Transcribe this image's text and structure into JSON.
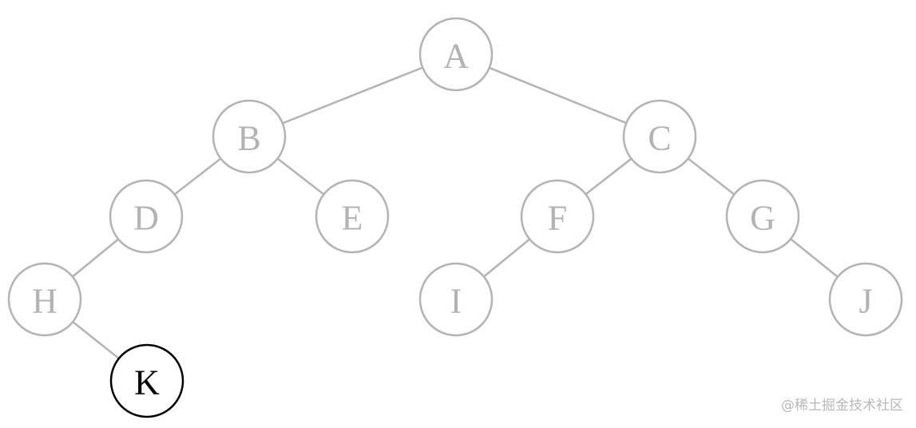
{
  "diagram": {
    "type": "binary-tree",
    "colors": {
      "inactive": "#b3b3b3",
      "highlight": "#000000"
    },
    "nodes": [
      {
        "id": "A",
        "label": "A",
        "highlighted": false
      },
      {
        "id": "B",
        "label": "B",
        "highlighted": false
      },
      {
        "id": "C",
        "label": "C",
        "highlighted": false
      },
      {
        "id": "D",
        "label": "D",
        "highlighted": false
      },
      {
        "id": "E",
        "label": "E",
        "highlighted": false
      },
      {
        "id": "F",
        "label": "F",
        "highlighted": false
      },
      {
        "id": "G",
        "label": "G",
        "highlighted": false
      },
      {
        "id": "H",
        "label": "H",
        "highlighted": false
      },
      {
        "id": "I",
        "label": "I",
        "highlighted": false
      },
      {
        "id": "J",
        "label": "J",
        "highlighted": false
      },
      {
        "id": "K",
        "label": "K",
        "highlighted": true
      }
    ],
    "edges": [
      {
        "from": "A",
        "to": "B"
      },
      {
        "from": "A",
        "to": "C"
      },
      {
        "from": "B",
        "to": "D"
      },
      {
        "from": "B",
        "to": "E"
      },
      {
        "from": "C",
        "to": "F"
      },
      {
        "from": "C",
        "to": "G"
      },
      {
        "from": "D",
        "to": "H"
      },
      {
        "from": "F",
        "to": "I"
      },
      {
        "from": "G",
        "to": "J"
      },
      {
        "from": "H",
        "to": "K"
      }
    ]
  },
  "watermark": "@稀土掘金技术社区"
}
